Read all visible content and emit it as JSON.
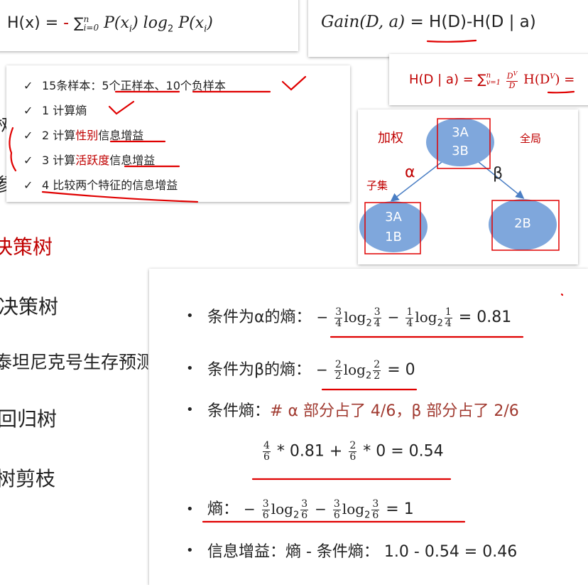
{
  "background": {
    "left_fragments": [
      "树",
      "参"
    ],
    "items": [
      "决策树",
      "决策树",
      "泰坦尼克号生存预测",
      "回归树",
      "树剪枝"
    ]
  },
  "formula_hx": {
    "lhs": "H(x) = ",
    "minus": "- ",
    "sum": "∑",
    "sup": "n",
    "sub": "i=0",
    "body": "P(x",
    "body2": ") log",
    "body3": " P(x",
    "idx": "i",
    "base": "2",
    "close": ")"
  },
  "formula_gain": {
    "lhs": "Gain(D, a)",
    "rhs": " = H(D)-H(D | a)"
  },
  "formula_cond": {
    "lhs": "H(D | a) = ",
    "sum": "∑",
    "sup": "n",
    "sub": "v=1",
    "frac_num": "D",
    "frac_num_sup": "V",
    "frac_den": "D",
    "h": "H(D",
    "h_sup": "V",
    "h_close": ")",
    "tail": " ="
  },
  "checklist": [
    {
      "tick": "✓",
      "parts": [
        {
          "t": "15条样本：",
          "c": "normal"
        },
        {
          "t": "5个正样本、10个负样本",
          "c": "normal"
        }
      ]
    },
    {
      "tick": "✓",
      "parts": [
        {
          "t": "1 计算熵",
          "c": "normal"
        }
      ]
    },
    {
      "tick": "✓",
      "parts": [
        {
          "t": "2 计算",
          "c": "normal"
        },
        {
          "t": "性别",
          "c": "red"
        },
        {
          "t": "信息增益",
          "c": "normal"
        }
      ]
    },
    {
      "tick": "✓",
      "parts": [
        {
          "t": "3 计算",
          "c": "normal"
        },
        {
          "t": "活跃度",
          "c": "red"
        },
        {
          "t": "信息增益",
          "c": "normal"
        }
      ]
    },
    {
      "tick": "✓",
      "parts": [
        {
          "t": "4 比较两个特征的信息增益",
          "c": "normal"
        }
      ]
    }
  ],
  "tree": {
    "label_weight": "加权",
    "label_global": "全局",
    "label_subset": "子集",
    "alpha": "α",
    "beta": "β",
    "root": [
      "3A",
      "3B"
    ],
    "left": [
      "3A",
      "1B"
    ],
    "right": [
      "2B"
    ]
  },
  "calc": {
    "bullet": "•",
    "alpha_label": "条件为α的熵：",
    "alpha_result": "= 0.81",
    "beta_label": "条件为β的熵：",
    "beta_result": "= 0",
    "cond_label": "条件熵：",
    "cond_note": "# α 部分占了 4/6，β 部分占了 2/6",
    "weighted": [
      "* 0.81 +",
      "* 0 = 0.54"
    ],
    "entropy_label": "熵：",
    "entropy_result": "= 1",
    "gain_text": "信息增益：熵 - 条件熵： 1.0 - 0.54 = 0.46",
    "log": "log",
    "base": "2",
    "minus": "−",
    "fracs": {
      "a1": [
        "3",
        "4"
      ],
      "a2": [
        "3",
        "4"
      ],
      "a3": [
        "1",
        "4"
      ],
      "a4": [
        "1",
        "4"
      ],
      "b1": [
        "2",
        "2"
      ],
      "b2": [
        "2",
        "2"
      ],
      "w1": [
        "4",
        "6"
      ],
      "w2": [
        "2",
        "6"
      ],
      "e1": [
        "3",
        "6"
      ],
      "e2": [
        "3",
        "6"
      ],
      "e3": [
        "3",
        "6"
      ],
      "e4": [
        "3",
        "6"
      ]
    }
  },
  "colors": {
    "accent_red": "#c00000",
    "ink_red": "#e00000",
    "node_blue": "#7fa7dc",
    "arrow_blue": "#4a7ec4",
    "note_red": "#a0392f"
  }
}
